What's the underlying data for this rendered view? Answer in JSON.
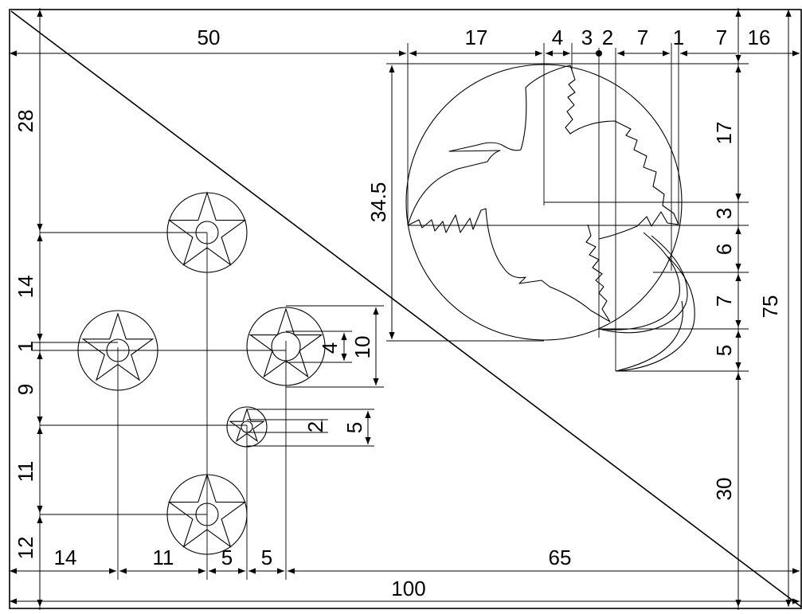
{
  "colors": {
    "line": "#000000",
    "background": "#ffffff"
  },
  "horizontal_dimensions": {
    "d50": "50",
    "d17": "17",
    "d4": "4",
    "d3": "3",
    "d2": "2",
    "d7": "7",
    "d1": "1",
    "d7b": "7",
    "d16": "16",
    "b14": "14",
    "b11": "11",
    "b5a": "5",
    "b5b": "5",
    "b65": "65",
    "b100": "100"
  },
  "vertical_dimensions": {
    "l28": "28",
    "l14": "14",
    "l1": "1",
    "l9": "9",
    "l11": "11",
    "l12": "12",
    "r17": "17",
    "r3": "3",
    "r6": "6",
    "r7": "7",
    "r5": "5",
    "r30": "30",
    "r75": "75",
    "m34_5": "34.5",
    "m4": "4",
    "m10": "10",
    "m2": "2",
    "m5": "5"
  },
  "icons": {
    "star": "five-point-star-icon",
    "bird": "bird-of-paradise-icon"
  }
}
